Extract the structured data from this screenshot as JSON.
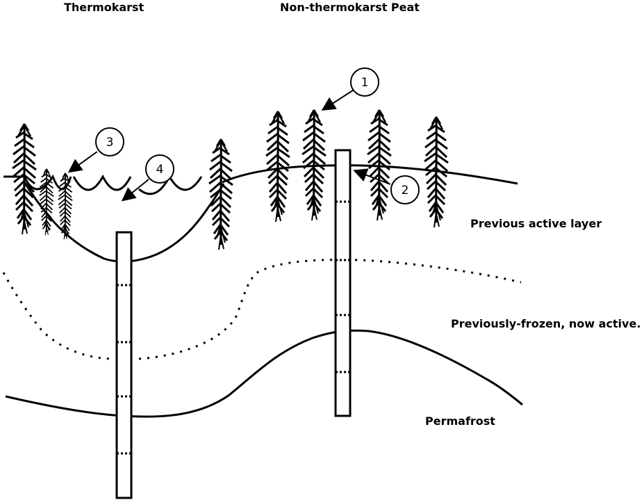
{
  "headers": {
    "thermokarst": "Thermokarst",
    "non_thermokarst": "Non-thermokarst Peat"
  },
  "layers": {
    "previous_active": "Previous active layer",
    "previously_frozen": "Previously-frozen, now active.",
    "permafrost": "Permafrost"
  },
  "markers": [
    "1",
    "2",
    "3",
    "4"
  ],
  "colors": {
    "ink": "#000000",
    "background": "#ffffff"
  },
  "icons": [
    "moss-plant-icon"
  ]
}
